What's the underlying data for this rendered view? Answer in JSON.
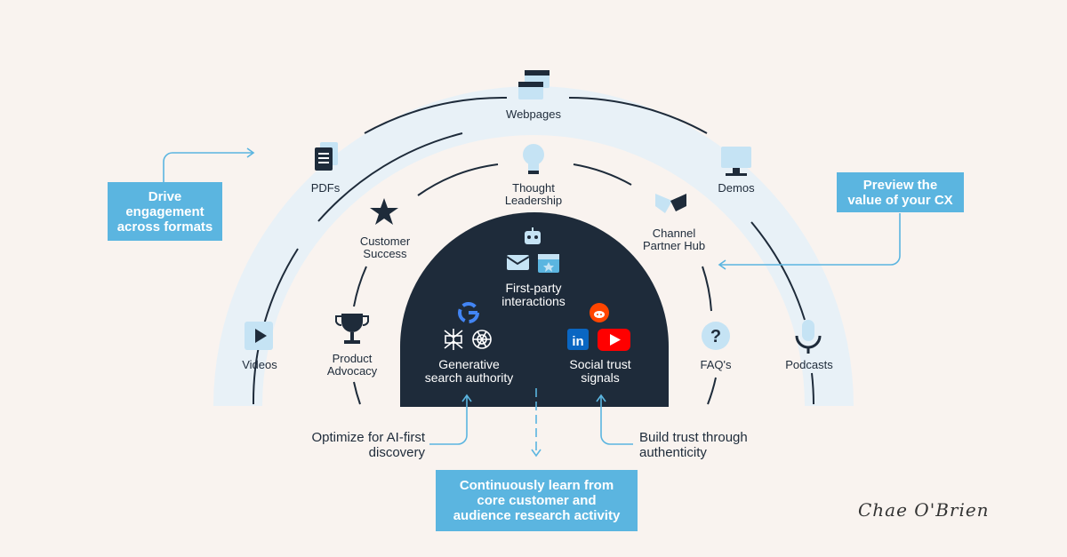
{
  "outer_ring": {
    "videos": "Videos",
    "pdfs": "PDFs",
    "webpages": "Webpages",
    "demos": "Demos",
    "podcasts": "Podcasts"
  },
  "middle_ring": {
    "product_advocacy": "Product\nAdvocacy",
    "customer_success": "Customer\nSuccess",
    "thought_leadership": "Thought\nLeadership",
    "channel_partner_hub": "Channel\nPartner Hub",
    "faqs": "FAQ's"
  },
  "core": {
    "first_party": "First-party\ninteractions",
    "generative": "Generative\nsearch authority",
    "social": "Social trust\nsignals"
  },
  "callouts": {
    "drive": "Drive\nengagement\nacross formats",
    "preview": "Preview the\nvalue of your CX",
    "optimize": "Optimize for AI-first\ndiscovery",
    "trust": "Build trust through\nauthenticity",
    "learn": "Continuously learn from\ncore customer and\naudience research activity"
  },
  "signature": "Chae O'Brien",
  "colors": {
    "background": "#f9f3ef",
    "navy": "#1e2b3a",
    "accent_blue": "#5bb5e0",
    "light_band": "#e8f1f7"
  }
}
